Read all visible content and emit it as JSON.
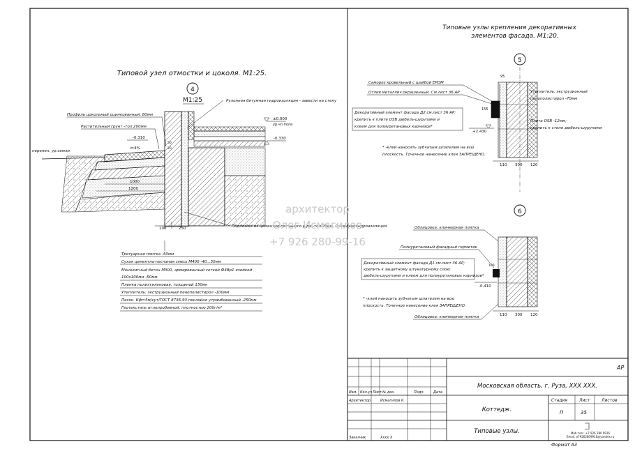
{
  "left": {
    "title": "Типовой узел отмостки и цоколя. М1:25.",
    "node_no": "4",
    "scale": "М1:25",
    "callouts": {
      "roll": "Рулонная битумная гидроизоляция - завести на стену",
      "profile": "Профиль цокольный оцинкованный, 80мм",
      "soil": "Растительный грунт -тол 200мм",
      "ground": "перепен. ур.земли",
      "screed": "Подложка из цементно-песчаного р-ра -тол.20мм, Отсечная гидроизоляция"
    },
    "marks": {
      "m1": "±0.000",
      "m1b": "ур.чл.пола",
      "m2": "-0.330",
      "m3": "-0.310",
      "slope": "i=4%"
    },
    "dims": {
      "d1": "1000",
      "d2": "1200",
      "d3": "100",
      "d4": "250",
      "d5": "50",
      "d6": "20"
    },
    "layers": [
      "Тротуарная плитка -50мм",
      "Сухая цементно-песчаная смесь М400 -40...50мм",
      "Монолитный бетон М300, армированный сеткой Ф4Вр1 ячейкой",
      "100х100мм -50мм",
      "Пленка полиэтиленовая, толщиной 150мк",
      "Утеплитель: экструзионный пенополистирол -100мм",
      "Песок. Кф=5м/сут/ГОСТ 8736-93 послойно утрамбованный -250мм",
      "Геотекстиль иглопробивной, плотностью 200г/м²"
    ]
  },
  "right": {
    "title1": "Типовые узлы крепления декоративных",
    "title2": "элементов фасада. М1:20.",
    "node5": {
      "no": "5",
      "labels": {
        "screw": "Саморез кровельный с шайбой EPDM",
        "drip": "Отлив металлич.окрашенный. См.лист 36 АР",
        "deco1": "Декоративный элемент фасада Д2 см.лист 36 АР;",
        "deco2": "крепить к плите OSB дюбель-шурупами и",
        "deco3": "клеем для полиуретановых карнизов*",
        "ins1": "Утеплитель: экструзионный",
        "ins2": "пенополистирол -70мм",
        "osb1": "Плита OSB -12мм;",
        "osb2": "крепить к стене дюбель-шурупами",
        "note1": "* -клей наносить зубчатым шпателем на всю",
        "note2": "плоскость. Точечное нанесение клея ЗАПРЕЩЕНО."
      },
      "mark": "+2.430",
      "dims": [
        "110",
        "300",
        "120"
      ],
      "vdims": [
        "95",
        "155"
      ]
    },
    "node6": {
      "no": "6",
      "labels": {
        "tile_top": "Облицовка: клинкерная плитка",
        "sealant": "Полиуретановый фасадный герметик",
        "deco1": "Декоративный элемент фасада Д1 см.лист 36 АР;",
        "deco2": "крепить к защитному штукатурному слою",
        "deco3": "дюбель-шурупами и клеем для полиуретановых карнизов*",
        "tile_bottom": "Облицовка: клинкерная плитка",
        "note1": "* -клей наносить зубчатым шпателем на всю",
        "note2": "плоскость. Точечное нанесение клея ЗАПРЕЩЕНО."
      },
      "mark": "-0.410",
      "dims": [
        "110",
        "300",
        "120"
      ],
      "vdim": "100"
    }
  },
  "watermark": {
    "l1": "архитектор",
    "l2": "Олег Исмагилов",
    "l3": "+7 926 280-99-16"
  },
  "stamp": {
    "code": "АР",
    "location": "Московская область, г. Руза, ХХХ ХХХ.",
    "object": "Коттедж.",
    "sheet_title": "Типовые узлы.",
    "hdr": [
      "Изм.",
      "Кол.уч",
      "Лист",
      "№ док.",
      "Подп.",
      "Дата"
    ],
    "role1": "Архитектор",
    "name1": "Исмагилов Р.",
    "role2": "Заказчик",
    "name2": "Хххх Х",
    "stage_h": "Стадия",
    "sheet_h": "Лист",
    "sheets_h": "Листов",
    "stage": "П",
    "sheet": "35",
    "contact1": "Моб.тел.: +7 926 280 9916",
    "contact2": "Email: o79262809916@yandex.ru",
    "format": "Формат А3"
  }
}
